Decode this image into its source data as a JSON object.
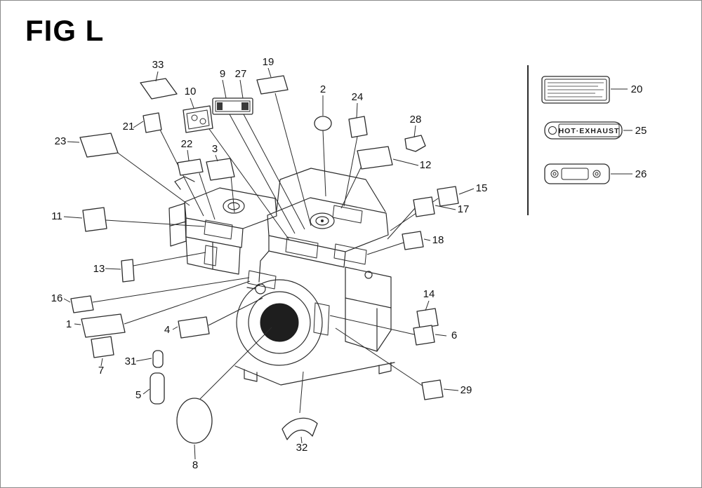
{
  "title": "FIG L",
  "callouts": {
    "c1": "1",
    "c2": "2",
    "c3": "3",
    "c4": "4",
    "c5": "5",
    "c6": "6",
    "c7": "7",
    "c8": "8",
    "c9": "9",
    "c10": "10",
    "c11": "11",
    "c12": "12",
    "c13": "13",
    "c14": "14",
    "c15": "15",
    "c16": "16",
    "c17": "17",
    "c18": "18",
    "c19": "19",
    "c20": "20",
    "c21": "21",
    "c22": "22",
    "c23": "23",
    "c24": "24",
    "c25": "25",
    "c26": "26",
    "c27": "27",
    "c28": "28",
    "c29": "29",
    "c31": "31",
    "c32": "32",
    "c33": "33"
  },
  "side_panel": {
    "label_25_text": "HOT·EXHAUST"
  },
  "colors": {
    "line": "#2b2b2b",
    "decal_dark": "#3e3e3e",
    "background": "#ffffff",
    "page_border": "#8a8a8a"
  }
}
